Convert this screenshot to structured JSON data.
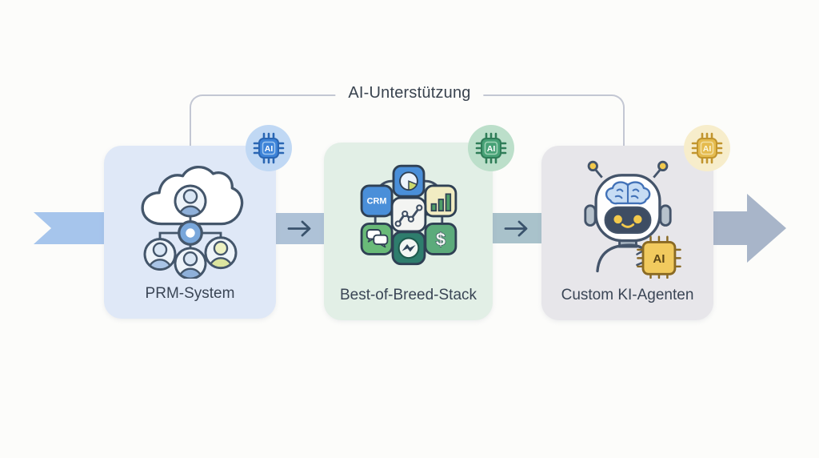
{
  "background": "#fcfcfa",
  "bracket": {
    "label": "AI-Unterstützung",
    "line_color": "#c3c7d3"
  },
  "flow": {
    "direction": "left-to-right",
    "segments": [
      {
        "name": "flow-start-ribbon",
        "color": "#a6c5ec"
      },
      {
        "name": "flow-arrow-1",
        "glyph": "arrow-right",
        "color": "#aec2d7"
      },
      {
        "name": "flow-arrow-2",
        "glyph": "arrow-right",
        "color": "#a9c2cb"
      },
      {
        "name": "flow-end-arrowhead",
        "color": "#a8b5c9"
      }
    ],
    "glyph_color": "#3a536c"
  },
  "cards": [
    {
      "label": "PRM-System",
      "bg": "#dfe8f7",
      "icon": "cloud-partner-network-icon",
      "badge": {
        "label": "AI",
        "circle": "#c0d8f4",
        "chip": "#3d83d8"
      }
    },
    {
      "label": "Best-of-Breed-Stack",
      "bg": "#e2efe6",
      "icon": "app-stack-icon",
      "crm_label": "CRM",
      "dollar_label": "$",
      "tiles": [
        "pie-chart",
        "crm",
        "bar-chart",
        "line-chart",
        "chat",
        "dollar",
        "messenger"
      ],
      "badge": {
        "label": "AI",
        "circle": "#bcdfca",
        "chip": "#47a176"
      }
    },
    {
      "label": "Custom KI-Agenten",
      "bg": "#e7e6ea",
      "icon": "robot-icon",
      "chip_label": "AI",
      "badge": {
        "label": "AI",
        "circle": "#f7edcb",
        "chip": "#e5bb4e"
      }
    }
  ]
}
